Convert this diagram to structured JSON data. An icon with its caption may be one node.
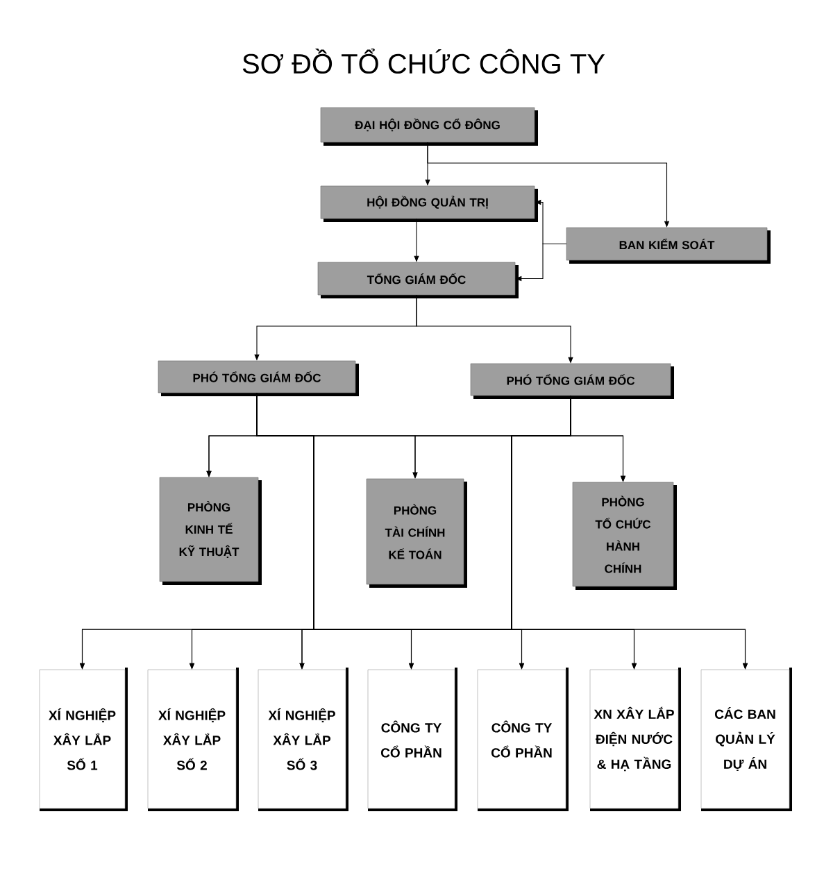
{
  "diagram": {
    "title": "SƠ ĐỒ TỔ CHỨC CÔNG TY",
    "nodes": [
      {
        "text": [
          "ĐẠI HỘI ĐỒNG CỔ ĐÔNG"
        ]
      },
      {
        "text": [
          "HỘI ĐỒNG QUẢN TRỊ"
        ]
      },
      {
        "text": [
          "BAN KIỂM SOÁT"
        ]
      },
      {
        "text": [
          "TỔNG GIÁM ĐỐC"
        ]
      },
      {
        "text": [
          "PHÓ TỔNG GIÁM ĐỐC"
        ]
      },
      {
        "text": [
          "PHÓ TỔNG GIÁM ĐỐC"
        ]
      },
      {
        "text": [
          "PHÒNG KINH TẾ KỸ THUẬT"
        ]
      },
      {
        "text": [
          "PHÒNG TÀI CHÍNH KẾ TOÁN"
        ]
      },
      {
        "text": [
          "PHÒNG TỔ CHỨC HÀNH CHÍNH"
        ]
      },
      {
        "text": [
          "XÍ NGHIỆP XÂY LẮP SỐ 1"
        ]
      },
      {
        "text": [
          "XÍ NGHIỆP XÂY LẮP SỐ 2"
        ]
      },
      {
        "text": [
          "XÍ NGHIỆP XÂY LẮP SỐ 3"
        ]
      },
      {
        "text": [
          "CÔNG TY CỔ PHẦN"
        ]
      },
      {
        "text": [
          "CÔNG TY CỔ PHẦN"
        ]
      },
      {
        "text": [
          "XN XÂY LẮP ĐIỆN NƯỚC & HẠ TẦNG"
        ]
      },
      {
        "text": [
          "CÁC BAN QUẢN LÝ DỰ ÁN"
        ]
      }
    ],
    "edges": [
      {
        "from": 0,
        "to": 1,
        "arrow": "to"
      },
      {
        "from": 0,
        "to": 2,
        "arrow": "to"
      },
      {
        "from": 2,
        "to": 1,
        "arrow": "to"
      },
      {
        "from": 2,
        "to": 3,
        "arrow": "to"
      },
      {
        "from": 1,
        "to": 3,
        "arrow": "to"
      },
      {
        "from": 3,
        "to": 4,
        "arrow": "to"
      },
      {
        "from": 3,
        "to": 5,
        "arrow": "to"
      },
      {
        "from": 4,
        "to": 6,
        "arrow": "to"
      },
      {
        "from": 4,
        "to": 7,
        "arrow": "to"
      },
      {
        "from": 4,
        "to": 8,
        "arrow": "to"
      },
      {
        "from": 5,
        "to": 6,
        "arrow": "to"
      },
      {
        "from": 5,
        "to": 7,
        "arrow": "to"
      },
      {
        "from": 5,
        "to": 8,
        "arrow": "to"
      },
      {
        "from": 4,
        "to": 9,
        "arrow": "to"
      },
      {
        "from": 4,
        "to": 10,
        "arrow": "to"
      },
      {
        "from": 4,
        "to": 11,
        "arrow": "to"
      },
      {
        "from": 4,
        "to": 12,
        "arrow": "to"
      },
      {
        "from": 4,
        "to": 13,
        "arrow": "to"
      },
      {
        "from": 4,
        "to": 14,
        "arrow": "to"
      },
      {
        "from": 4,
        "to": 15,
        "arrow": "to"
      },
      {
        "from": 5,
        "to": 9,
        "arrow": "to"
      },
      {
        "from": 5,
        "to": 10,
        "arrow": "to"
      },
      {
        "from": 5,
        "to": 11,
        "arrow": "to"
      },
      {
        "from": 5,
        "to": 12,
        "arrow": "to"
      },
      {
        "from": 5,
        "to": 13,
        "arrow": "to"
      },
      {
        "from": 5,
        "to": 14,
        "arrow": "to"
      },
      {
        "from": 5,
        "to": 15,
        "arrow": "to"
      }
    ]
  }
}
